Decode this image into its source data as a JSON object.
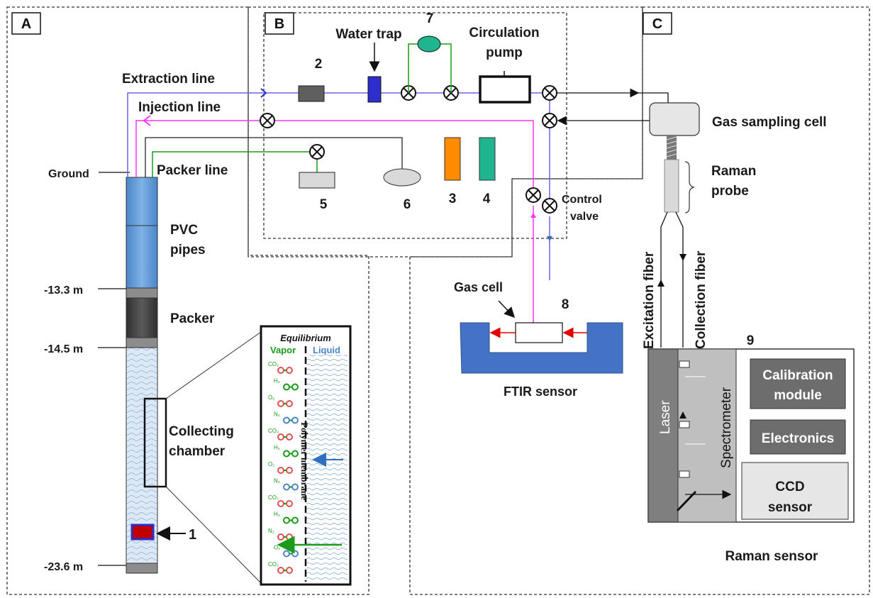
{
  "panels": {
    "a": "A",
    "b": "B",
    "c": "C"
  },
  "panel_a": {
    "ground": "Ground",
    "depth_1": "-13.3 m",
    "depth_2": "-14.5 m",
    "depth_3": "-23.6 m",
    "pvc_1": "PVC",
    "pvc_2": "pipes",
    "packer": "Packer",
    "collecting_1": "Collecting",
    "collecting_2": "chamber",
    "num_1": "1"
  },
  "lines": {
    "extraction": "Extraction line",
    "injection": "Injection line",
    "packer": "Packer line"
  },
  "panel_b": {
    "water_trap": "Water trap",
    "circulation_1": "Circulation",
    "circulation_2": "pump",
    "n2": "2",
    "n3": "3",
    "n4": "4",
    "n5": "5",
    "n6": "6",
    "n7": "7",
    "control_1": "Control",
    "control_2": "valve"
  },
  "inset": {
    "title": "Equilibrium",
    "vapor": "Vapor",
    "liquid": "Liquid",
    "membrane": "Polymer membrane",
    "molecules": [
      "CO₂",
      "H₂",
      "O₂",
      "N₂",
      "CO₂",
      "H₂",
      "O₂",
      "N₂",
      "CO₂",
      "H₂",
      "N₂",
      "O₂",
      "CO₂"
    ]
  },
  "ftir": {
    "gas_cell": "Gas cell",
    "n8": "8",
    "sensor": "FTIR sensor"
  },
  "panel_c": {
    "gas_sampling": "Gas sampling cell",
    "raman_1": "Raman",
    "raman_2": "probe",
    "excitation": "Excitation fiber",
    "collection": "Collection fiber",
    "n9": "9",
    "laser": "Laser",
    "spectrometer": "Spectrometer",
    "calibration_1": "Calibration",
    "calibration_2": "module",
    "electronics": "Electronics",
    "ccd_1": "CCD",
    "ccd_2": "sensor",
    "sensor": "Raman sensor"
  },
  "colors": {
    "extraction": "#6b63e6",
    "injection": "#ff33ff",
    "packer": "#1a9c1a",
    "pipe_blue": "#5b9bd5",
    "pipe_dark": "#3f3f3f",
    "ftir_blue": "#4472c4",
    "water_trap": "#2e2ecc",
    "sensor3": "#ff8c00",
    "sensor4": "#1fb58f",
    "laser": "#7f7f7f",
    "spectrometer": "#bfbfbf",
    "module": "#6d6d6d"
  }
}
